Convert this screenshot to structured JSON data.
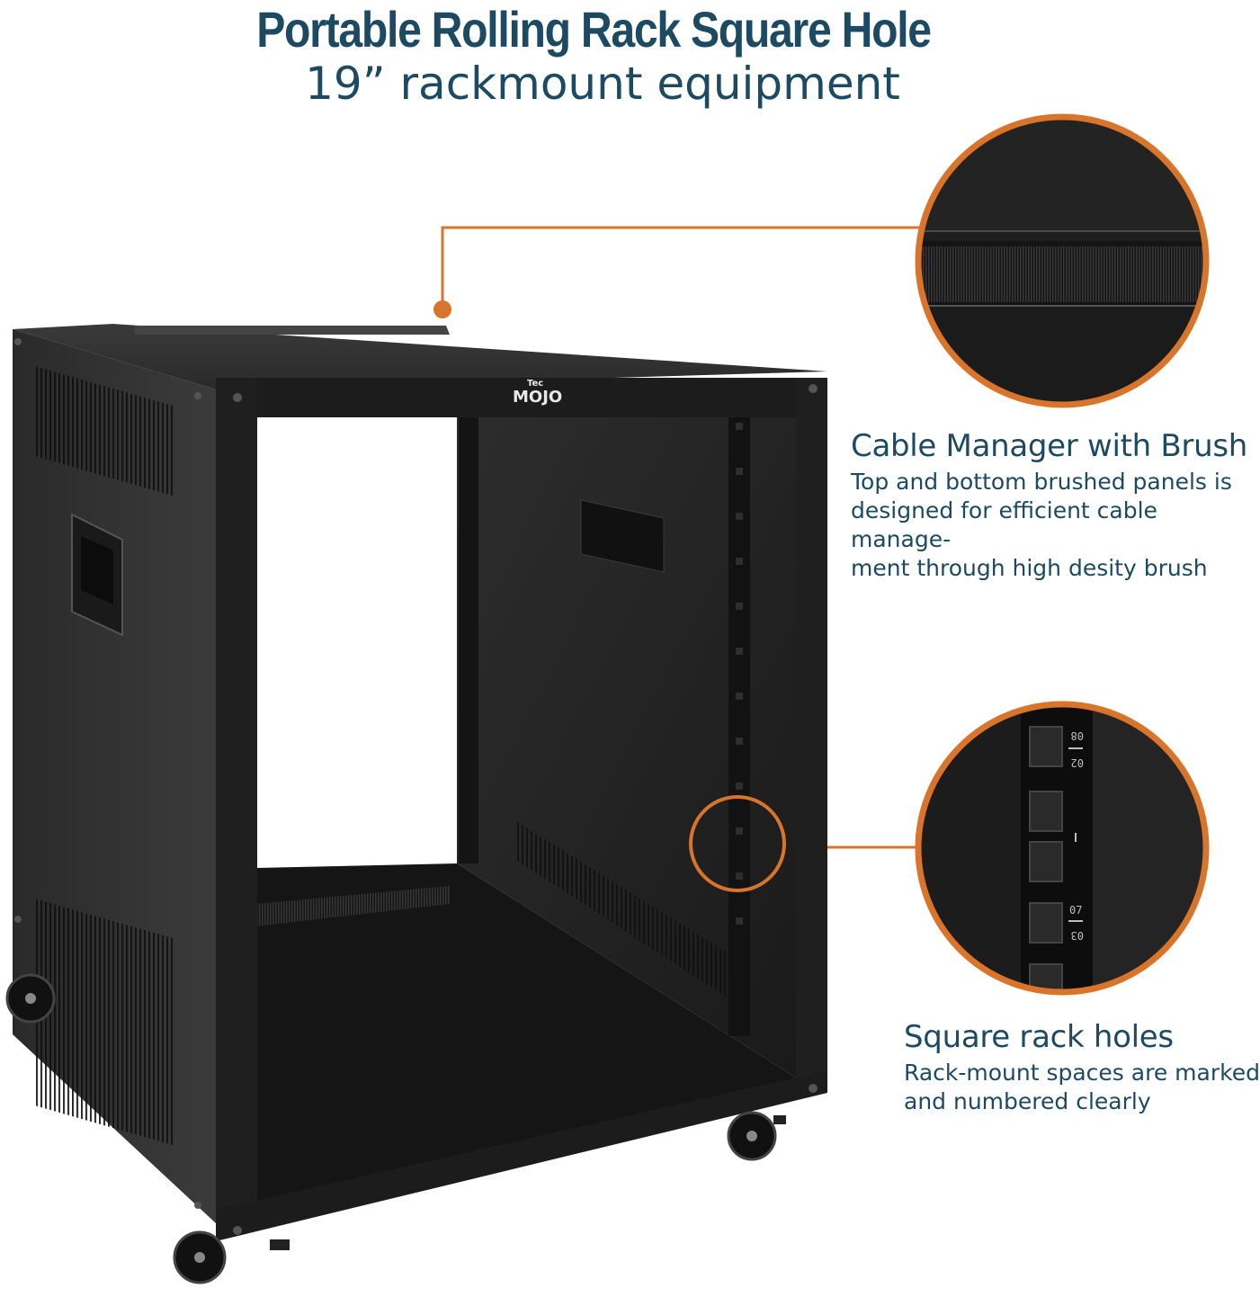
{
  "header": {
    "title": "Portable Rolling Rack Square Hole",
    "subtitle": "19” rackmount equipment"
  },
  "product": {
    "brand_logo_small": "Tec",
    "brand_logo_main": "MOJO"
  },
  "features": [
    {
      "heading": "Cable Manager with Brush",
      "lines": [
        "Top and bottom brushed panels is",
        "designed for efficient cable manage-",
        "ment through high desity brush"
      ]
    },
    {
      "heading": "Square rack holes",
      "lines": [
        "Rack-mount spaces are marked",
        "and numbered clearly"
      ]
    }
  ],
  "zoom_detail": {
    "rail_numbers": [
      "08",
      "02",
      "07",
      "03"
    ]
  },
  "colors": {
    "title": "#1d4a63",
    "accent_orange": "#d9742b",
    "cabinet_black": "#1c1c1c"
  }
}
